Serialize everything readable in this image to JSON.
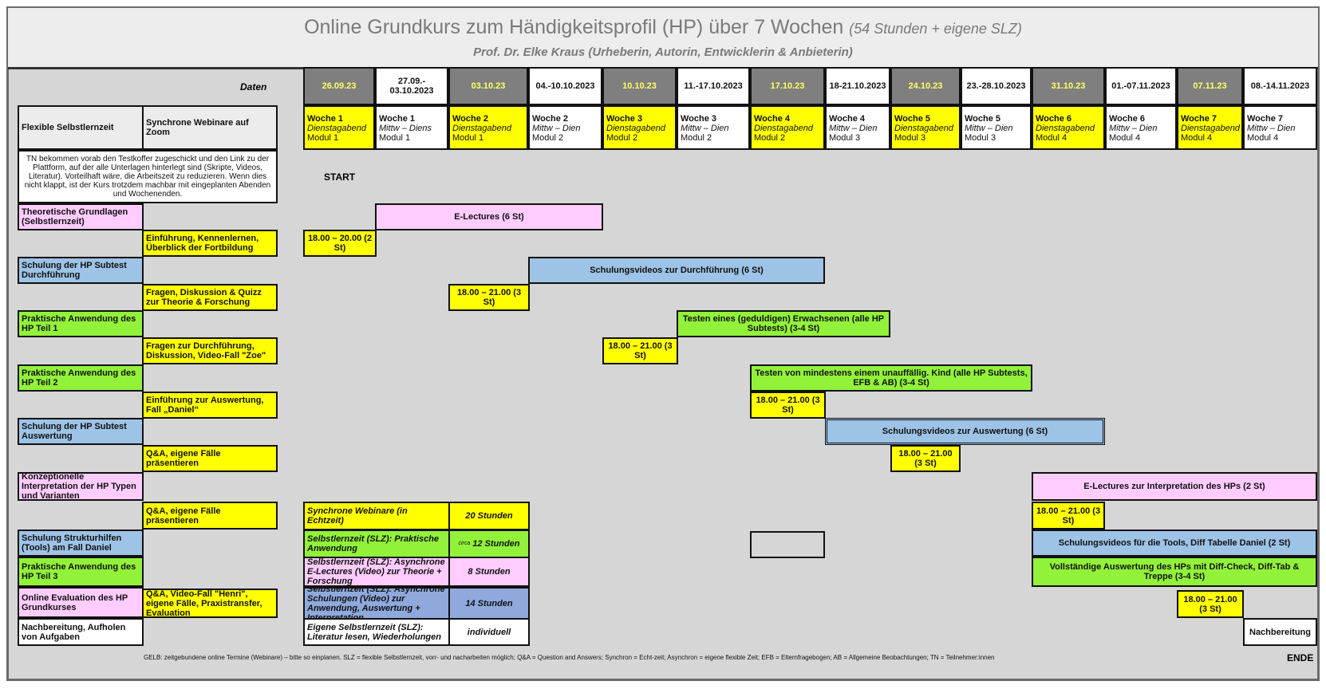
{
  "header": {
    "title": "Online Grundkurs zum Händigkeitsprofil (HP) über 7 Wochen",
    "title_note": "(54 Stunden + eigene SLZ)",
    "subtitle": "Prof. Dr. Elke Kraus (Urheberin, Autorin, Entwicklerin & Anbieterin)"
  },
  "daten_label": "Daten",
  "dates": [
    "26.09.23",
    "27.09.- 03.10.2023",
    "03.10.23",
    "04.-10.10.2023",
    "10.10.23",
    "11.-17.10.2023",
    "17.10.23",
    "18-21.10.2023",
    "24.10.23",
    "23.-28.10.2023",
    "31.10.23",
    "01.-07.11.2023",
    "07.11.23",
    "08.-14.11.2023"
  ],
  "col_headers": {
    "left": "Flexible Selbstlernzeit",
    "right": "Synchrone Webinare auf Zoom"
  },
  "weeks": [
    {
      "title": "Woche 1",
      "sub": "Dienstagabend",
      "mod": "Modul 1"
    },
    {
      "title": "Woche 1",
      "sub": "Mittw – Diens",
      "mod": "Modul 1"
    },
    {
      "title": "Woche 2",
      "sub": "Dienstagabend",
      "mod": "Modul 1"
    },
    {
      "title": "Woche 2",
      "sub": "Mittw – Dien",
      "mod": "Modul 2"
    },
    {
      "title": "Woche 3",
      "sub": "Dienstagabend",
      "mod": "Modul 2"
    },
    {
      "title": "Woche 3",
      "sub": "Mittw – Dien",
      "mod": "Modul 2"
    },
    {
      "title": "Woche 4",
      "sub": "Dienstagabend",
      "mod": "Modul 2"
    },
    {
      "title": "Woche 4",
      "sub": "Mittw – Dien",
      "mod": "Modul 3"
    },
    {
      "title": "Woche 5",
      "sub": "Dienstagabend",
      "mod": "Modul 3"
    },
    {
      "title": "Woche 5",
      "sub": "Mittw – Dien",
      "mod": "Modul 3"
    },
    {
      "title": "Woche 6",
      "sub": "Dienstagabend",
      "mod": "Modul 4"
    },
    {
      "title": "Woche 6",
      "sub": "Mittw – Dien",
      "mod": "Modul 4"
    },
    {
      "title": "Woche 7",
      "sub": "Dienstagabend",
      "mod": "Modul 4"
    },
    {
      "title": "Woche 7",
      "sub": "Mittw – Dien",
      "mod": "Modul 4"
    }
  ],
  "info_text": "TN bekommen vorab den Testkoffer zugeschickt und den Link zu der Plattform, auf der alle Unterlagen hinterlegt sind (Skripte, Videos, Literatur). Vorteilhaft wäre, die Arbeitszeit zu reduzieren. Wenn dies nicht klappt, ist der Kurs trotzdem machbar mit eingeplanten Abenden und Wochenenden.",
  "start_label": "START",
  "left_col": [
    "Theoretische Grundlagen (Selbstlernzeit)",
    "Schulung der HP Subtest Durchführung",
    "Praktische Anwendung des HP Teil 1",
    "Praktische Anwendung des HP Teil 2",
    "Schulung der HP Subtest Auswertung",
    "Konzeptionelle Interpretation der HP Typen und Varianten",
    "Schulung Strukturhilfen (Tools) am Fall Daniel",
    "Praktische Anwendung des HP Teil 3",
    "Online Evaluation des HP Grundkurses",
    "Nachbereitung, Aufholen von Aufgaben"
  ],
  "sync_col": [
    "Einführung, Kennenlernen, Überblick der Fortbildung",
    "Fragen, Diskussion & Quizz zur Theorie & Forschung",
    "Fragen zur Durchführung, Diskussion, Video-Fall \"Zoe\"",
    "Einführung zur Auswertung, Fall „Daniel“",
    "Q&A, eigene Fälle präsentieren",
    "Q&A, eigene Fälle präsentieren",
    "Q&A, Video-Fall \"Henri\", eigene Fälle, Praxistransfer, Evaluation"
  ],
  "bars": {
    "elec1": "E-Lectures (6 St)",
    "webinar1": "18.00 – 20.00 (2 St)",
    "videos_durch": "Schulungsvideos zur Durchführung (6 St)",
    "webinar2": "18.00 – 21.00 (3 St)",
    "testen": "Testen eines (geduldigen) Erwachsenen (alle HP Subtests) (3-4 St)",
    "webinar3": "18.00 – 21.00 (3 St)",
    "testen_kind": "Testen von mindestens einem unauffällig. Kind (alle HP Subtests, EFB & AB) (3-4 St)",
    "webinar4": "18.00 – 21.00 (3 St)",
    "videos_ausw": "Schulungsvideos zur Auswertung (6 St)",
    "webinar5": "18.00 – 21.00 (3 St)",
    "elec2": "E-Lectures zur Interpretation des HPs (2 St)",
    "webinar6": "18.00 – 21.00 (3 St)",
    "tools": "Schulungsvideos für die Tools, Diff Tabelle Daniel (2 St)",
    "vollst": "Vollständige Auswertung des HPs mit Diff-Check, Diff-Tab & Treppe (3-4 St)",
    "webinar7": "18.00 – 21.00 (3 St)",
    "nachbereitung": "Nachbereitung"
  },
  "legend": [
    {
      "label": "Synchrone Webinare (in Echtzeit)",
      "value": "20 Stunden",
      "color": "#ffff00"
    },
    {
      "label": "Selbstlernzeit (SLZ): Praktische Anwendung",
      "prefix": "circa",
      "value": "12 Stunden",
      "color": "#92f23a"
    },
    {
      "label": "Selbstlernzeit (SLZ): Asynchrone E-Lectures (Video) zur Theorie + Forschung",
      "value": "8 Stunden",
      "color": "#ffccff"
    },
    {
      "label": "Selbstlernzeit (SLZ): Asynchrone Schulungen (Video) zur Anwendung, Auswertung + Interpretation",
      "value": "14 Stunden",
      "color": "#8fa9dc"
    },
    {
      "label": "Eigene Selbstlernzeit (SLZ): Literatur lesen, Wiederholungen",
      "value": "individuell",
      "color": "#ffffff"
    }
  ],
  "footer_note": "GELB: zeitgebundene online Termine (Webinare) – bitte so einplanen.   SLZ = flexible Selbstlernzeit, vorr- und nacharbeiten möglich;  Q&A = Question and Answers;  Synchron = Echt-zeit; Asynchron = eigene flexible Zeit;  EFB = Elternfragebogen;  AB = Allgemeine Beobachtungen;  TN = Teilnehmer:innen",
  "ende_label": "ENDE"
}
